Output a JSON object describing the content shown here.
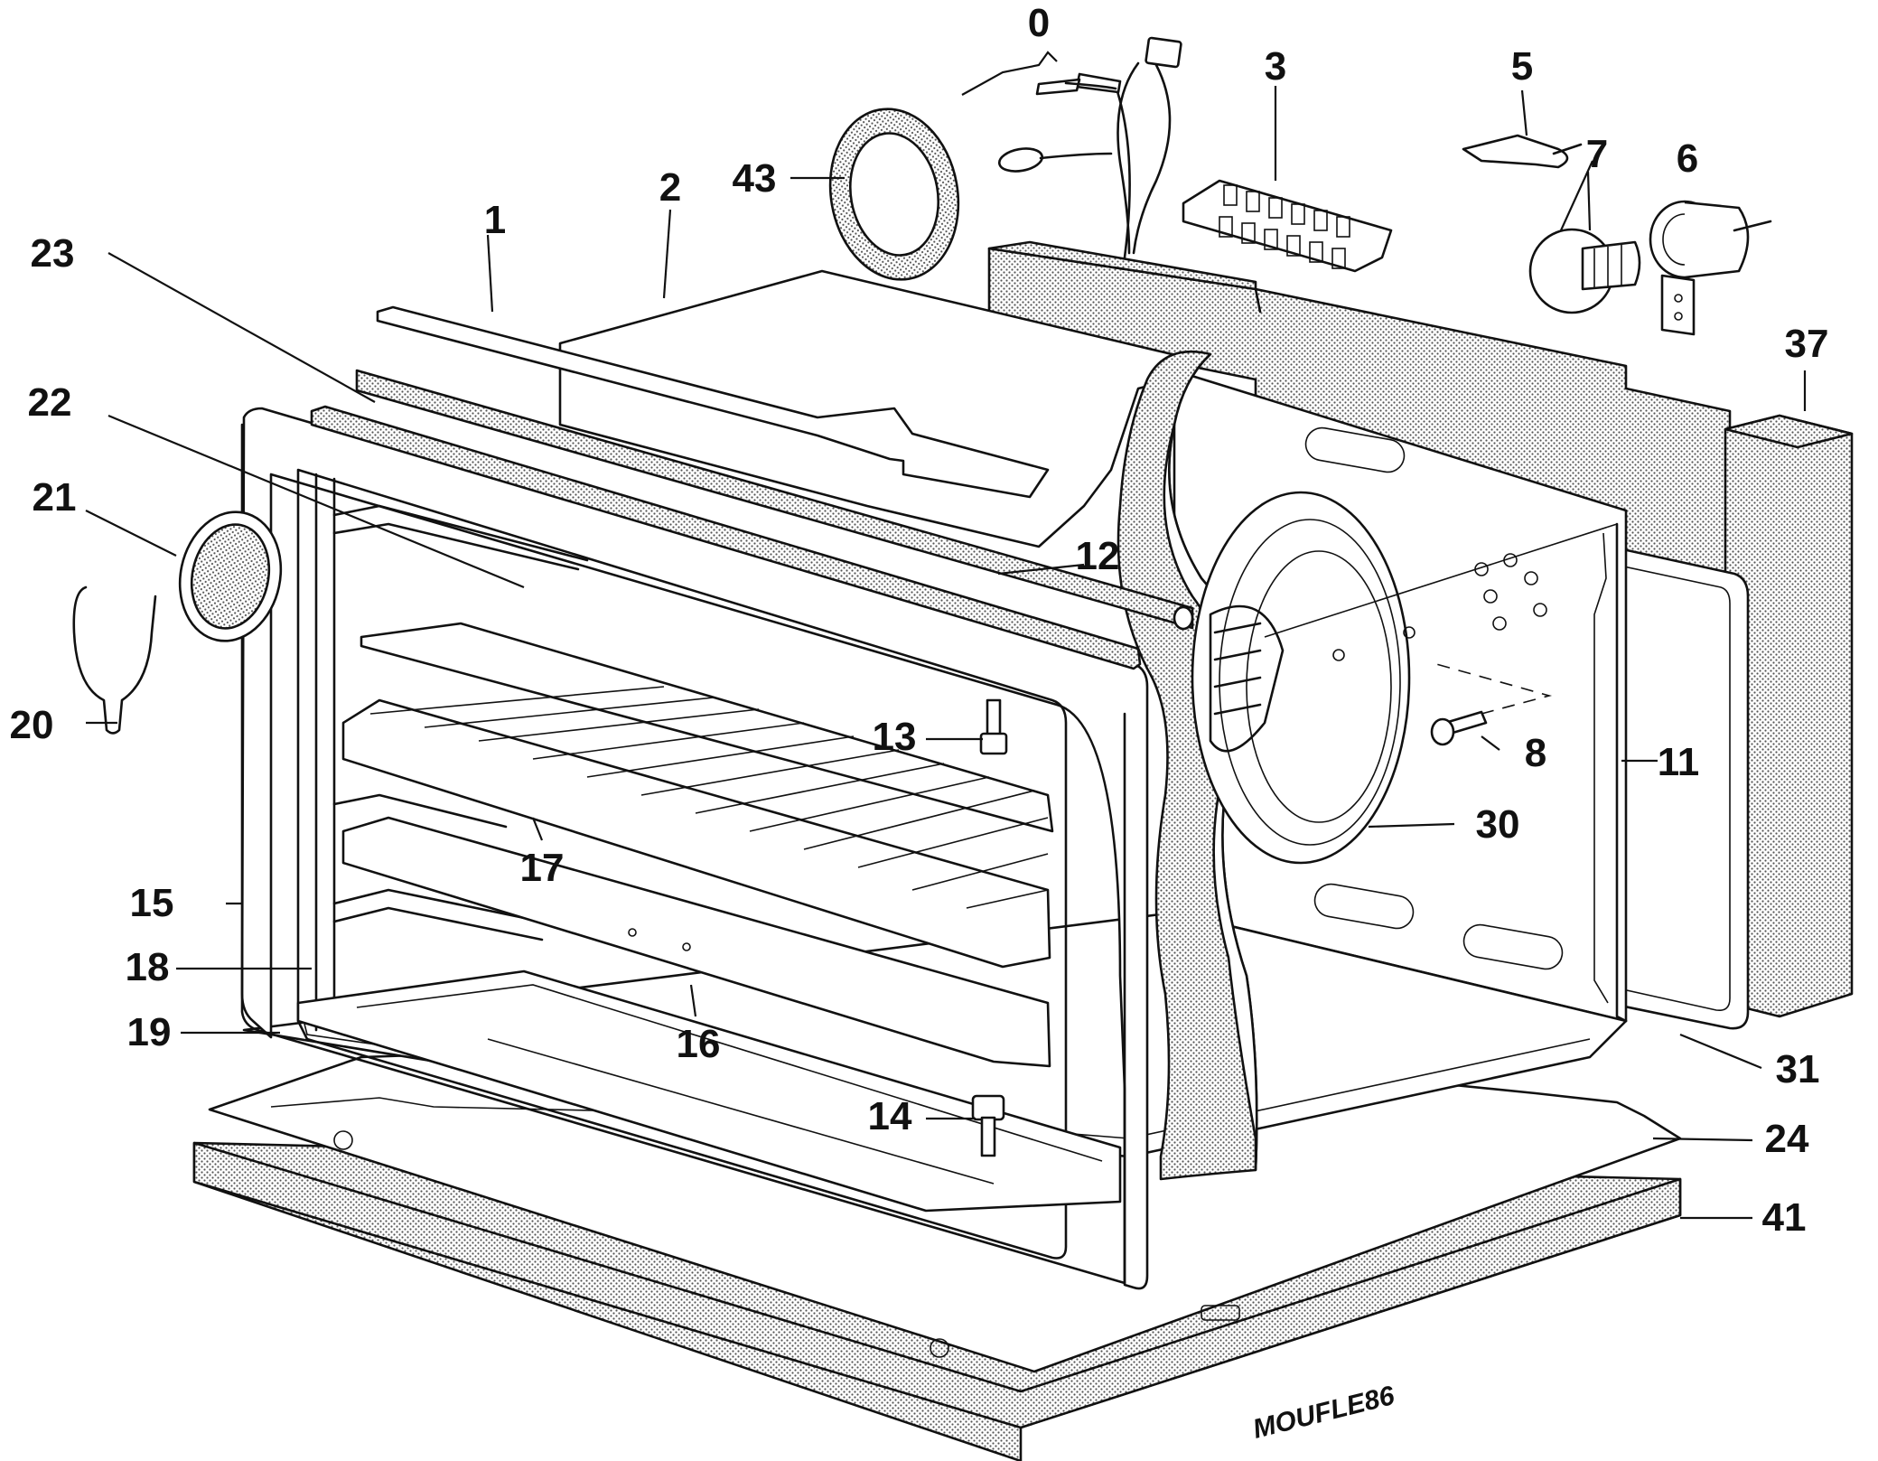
{
  "diagram": {
    "caption": "MOUFLE86",
    "part_labels": {
      "p0": "0",
      "p1": "1",
      "p2": "2",
      "p3": "3",
      "p5": "5",
      "p6": "6",
      "p7": "7",
      "p8": "8",
      "p11": "11",
      "p12": "12",
      "p13": "13",
      "p14": "14",
      "p15": "15",
      "p16": "16",
      "p17": "17",
      "p18": "18",
      "p19": "19",
      "p20": "20",
      "p21": "21",
      "p22": "22",
      "p23": "23",
      "p24": "24",
      "p30": "30",
      "p31": "31",
      "p37": "37",
      "p41": "41",
      "p43": "43"
    }
  }
}
